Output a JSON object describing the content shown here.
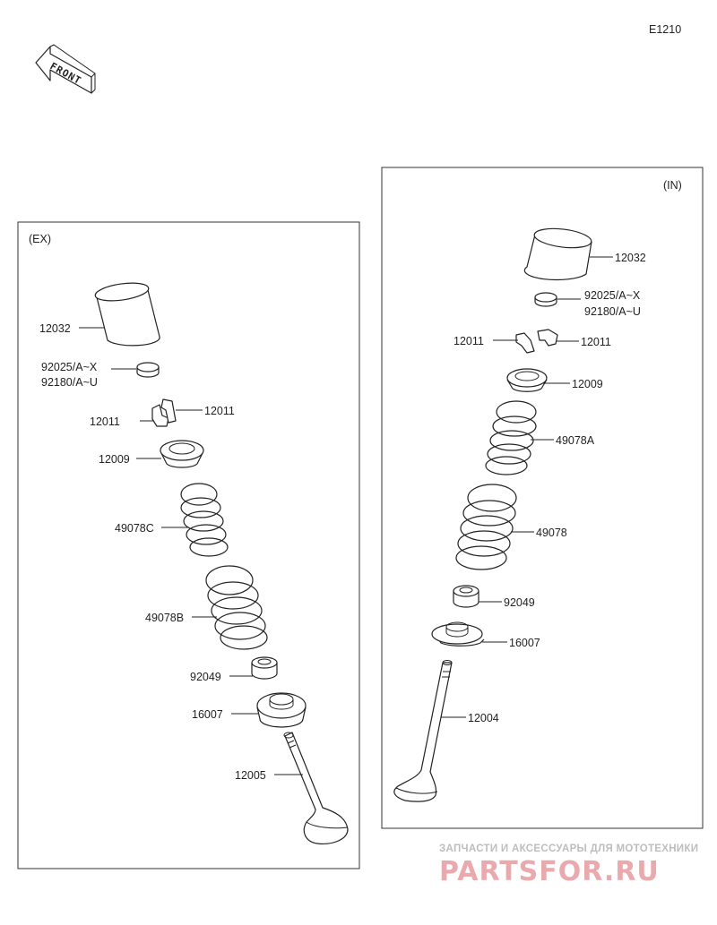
{
  "diagram_code": "E1210",
  "front_label": "FRONT",
  "exhaust_panel": {
    "title": "(EX)",
    "labels": {
      "bucket": "12032",
      "shim_a": "92025/A~X",
      "shim_b": "92180/A~U",
      "keeper_left": "12011",
      "keeper_right": "12011",
      "retainer": "12009",
      "spring_inner": "49078C",
      "spring_outer": "49078B",
      "seal": "92049",
      "spring_seat": "16007",
      "valve": "12005"
    }
  },
  "intake_panel": {
    "title": "(IN)",
    "labels": {
      "bucket": "12032",
      "shim_a": "92025/A~X",
      "shim_b": "92180/A~U",
      "keeper_left": "12011",
      "keeper_right": "12011",
      "retainer": "12009",
      "spring_inner": "49078A",
      "spring_outer": "49078",
      "seal": "92049",
      "spring_seat": "16007",
      "valve": "12004"
    }
  },
  "watermark": {
    "tagline": "ЗАПЧАСТИ И АКСЕССУАРЫ ДЛЯ МОТОТЕХНИКИ",
    "brand": "PARTSFOR.RU"
  }
}
